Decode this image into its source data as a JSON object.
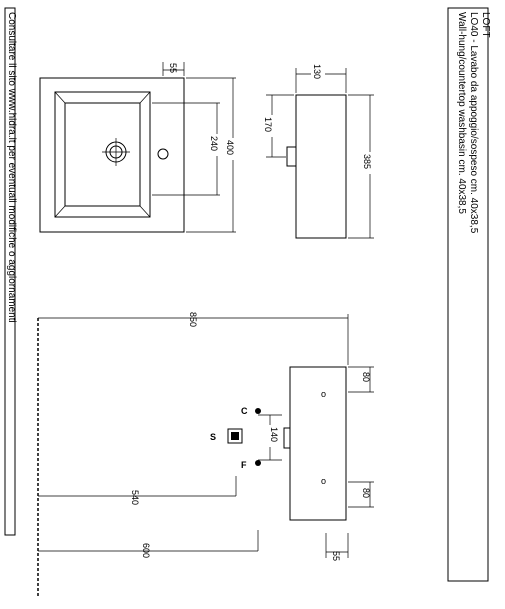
{
  "title_block": {
    "series": "LOFT",
    "product_it": "LO40 - Lavabo da appoggio/sospeso cm. 40x38,5",
    "product_en": "Wall-hung/countertop washbasin cm. 40x38,5"
  },
  "footer_note": "Consultare il sito www.hidra.it per eventuali modifiche o aggiornamenti",
  "top_view": {
    "dim_width": "400",
    "dim_inner": "240",
    "dim_offset": "55"
  },
  "side_view": {
    "dim_height": "130",
    "dim_depth": "385",
    "dim_overflow": "170"
  },
  "elevation_view": {
    "dim_total_height": "850",
    "dim_fixing_top": "80",
    "dim_fixing_bottom": "80",
    "dim_tap_spacing": "140",
    "dim_waste_height": "540",
    "dim_floor": "600",
    "dim_offset": "55",
    "fixing_hole_top": "o",
    "fixing_hole_bottom": "o",
    "tap_cold": "C",
    "tap_hot": "F",
    "waste": "S"
  }
}
